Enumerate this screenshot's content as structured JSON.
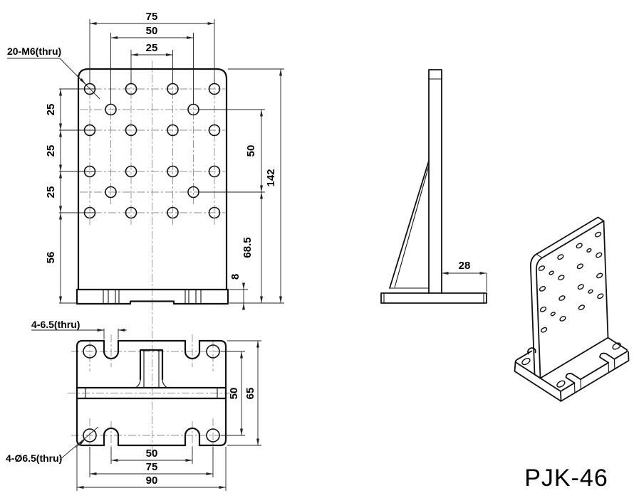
{
  "part_number": "PJK-46",
  "front_view": {
    "hole_callout": "20-M6(thru)",
    "top_dims": [
      "75",
      "50",
      "25"
    ],
    "left_dims": [
      "25",
      "25",
      "25",
      "56"
    ],
    "right_dims": [
      "50",
      "142",
      "68.5",
      "8"
    ]
  },
  "side_view": {
    "depth_dim": "28"
  },
  "bottom_view": {
    "slot_callout": "4-6.5(thru)",
    "hole_callout": "4-Ø6.5(thru)",
    "right_dims": [
      "50",
      "65"
    ],
    "bottom_dims": [
      "50",
      "75",
      "90"
    ]
  },
  "colors": {
    "line": "#111111",
    "centerline": "#8f8f8f",
    "background": "#ffffff"
  }
}
